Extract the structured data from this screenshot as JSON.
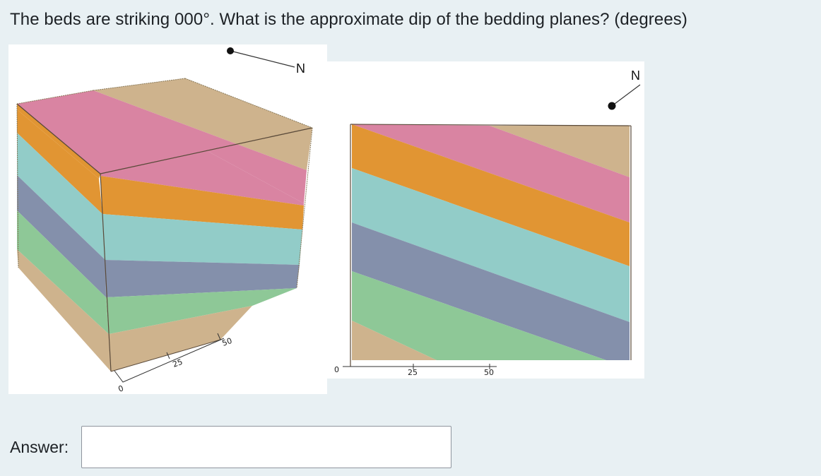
{
  "question": {
    "text": "The beds are striking 000°. What is the approximate dip of the bedding planes? (degrees)"
  },
  "figure_block": {
    "north_label": "N",
    "scale_ticks": [
      "0",
      "25",
      "50"
    ]
  },
  "figure_section": {
    "north_label": "N",
    "scale_ticks": [
      "0",
      "25",
      "50"
    ]
  },
  "beds": {
    "colors": {
      "tan": "#ceb38d",
      "pink": "#d984a2",
      "orange": "#e19533",
      "teal": "#92ccc8",
      "slate": "#8490ab",
      "green": "#8ec897"
    }
  },
  "answer": {
    "label": "Answer:",
    "value": "",
    "placeholder": ""
  }
}
